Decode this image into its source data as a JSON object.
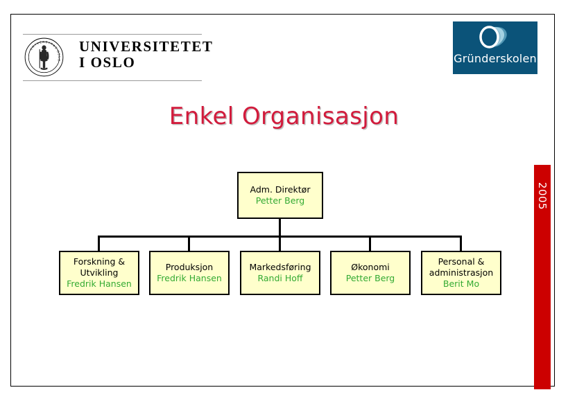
{
  "slide": {
    "title": "Enkel Organisasjon",
    "title_color": "#d21b3c",
    "background": "#ffffff",
    "frame_color": "#000000"
  },
  "uio_logo": {
    "icon_name": "uio-seal-icon",
    "wordmark_line1": "UNIVERSITETET",
    "wordmark_line2": "I OSLO",
    "wordmark": "UNIVERSITETET\nI OSLO"
  },
  "grunderskolen_logo": {
    "name": "Gründerskolen",
    "icon_name": "grunderskolen-swoosh-icon",
    "background_color": "#0b5379",
    "text_color": "#ffffff"
  },
  "year_bar": {
    "label": "2005",
    "color": "#cc0000",
    "text_color": "#ffffff"
  },
  "org_chart": {
    "type": "org-chart",
    "box_fill": "#ffffcc",
    "box_border": "#000000",
    "title_color": "#000000",
    "person_color": "#33aa33",
    "root": {
      "title": "Adm. Direktør",
      "person": "Petter Berg"
    },
    "children": [
      {
        "title": "Forskning &\nUtvikling",
        "person": "Fredrik Hansen"
      },
      {
        "title": "Produksjon",
        "person": "Fredrik Hansen"
      },
      {
        "title": "Markedsføring",
        "person": "Randi Hoff"
      },
      {
        "title": "Økonomi",
        "person": "Petter Berg"
      },
      {
        "title": "Personal &\nadministrasjon",
        "person": "Berit Mo"
      }
    ]
  }
}
